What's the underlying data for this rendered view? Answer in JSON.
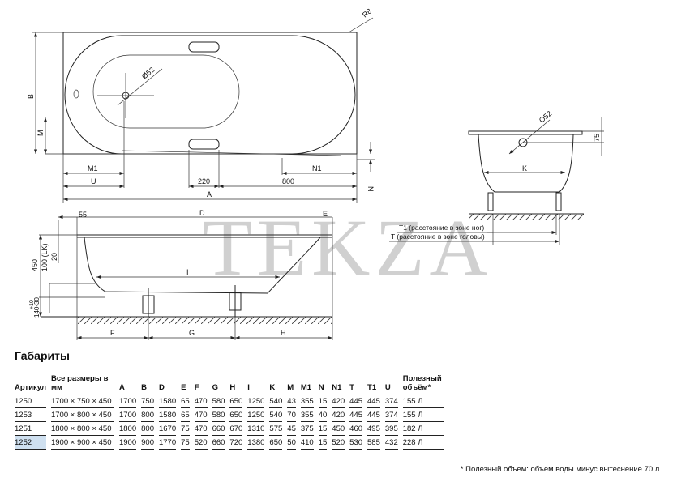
{
  "watermark": "TEKZA",
  "drawing": {
    "top_view": {
      "B": "B",
      "M": "M",
      "M1": "M1",
      "U": "U",
      "dim_220": "220",
      "dim_800": "800",
      "N1": "N1",
      "A": "A",
      "N": "N",
      "R8": "R8",
      "d52": "Ø52"
    },
    "side_view": {
      "dim_55": "55",
      "D": "D",
      "E": "E",
      "dim_450": "450",
      "dim_100": "100 (LK)",
      "dim_20": "20",
      "dim_10": "+10",
      "dim_140": "140-30",
      "I": "I",
      "F": "F",
      "G": "G",
      "H": "H"
    },
    "end_view": {
      "d52": "Ø52",
      "dim_75": "75",
      "K": "K",
      "T1": "T1 (расстояние в зоне ног)",
      "T": "T (расстояние в зоне головы)"
    }
  },
  "table": {
    "title": "Габариты",
    "headers": [
      "Артикул",
      "Все размеры в мм",
      "A",
      "B",
      "D",
      "E",
      "F",
      "G",
      "H",
      "I",
      "K",
      "M",
      "M1",
      "N",
      "N1",
      "T",
      "T1",
      "U",
      "Полезный объём*"
    ],
    "rows": [
      [
        "1250",
        "1700 × 750 × 450",
        "1700",
        "750",
        "1580",
        "65",
        "470",
        "580",
        "650",
        "1250",
        "540",
        "43",
        "355",
        "15",
        "420",
        "445",
        "445",
        "374",
        "155 Л"
      ],
      [
        "1253",
        "1700 × 800 × 450",
        "1700",
        "800",
        "1580",
        "65",
        "470",
        "580",
        "650",
        "1250",
        "540",
        "70",
        "355",
        "40",
        "420",
        "445",
        "445",
        "374",
        "155 Л"
      ],
      [
        "1251",
        "1800 × 800 × 450",
        "1800",
        "800",
        "1670",
        "75",
        "470",
        "660",
        "670",
        "1310",
        "575",
        "45",
        "375",
        "15",
        "450",
        "460",
        "495",
        "395",
        "182 Л"
      ],
      [
        "1252",
        "1900 × 900 × 450",
        "1900",
        "900",
        "1770",
        "75",
        "520",
        "660",
        "720",
        "1380",
        "650",
        "50",
        "410",
        "15",
        "520",
        "530",
        "585",
        "432",
        "228 Л"
      ]
    ],
    "footnote": "* Полезный объем: объем воды минус вытеснение 70 л."
  }
}
